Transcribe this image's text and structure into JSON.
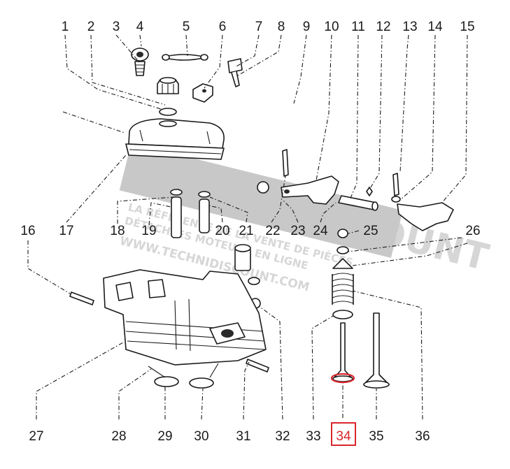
{
  "callouts": [
    "1",
    "2",
    "3",
    "4",
    "5",
    "6",
    "7",
    "8",
    "9",
    "10",
    "11",
    "12",
    "13",
    "14",
    "15",
    "16",
    "17",
    "18",
    "19",
    "20",
    "21",
    "22",
    "23",
    "24",
    "25",
    "26",
    "27",
    "28",
    "29",
    "30",
    "31",
    "32",
    "33",
    "34",
    "35",
    "36"
  ],
  "highlight": {
    "label": "34",
    "color": "#d8262c"
  },
  "watermark": {
    "brand": "TECHNIDISCOUNT",
    "line1": "LA RÉFÉRENCE DE LA VENTE DE PIÈCES",
    "line2": "DÉTACHÉES MOTEURS EN LIGNE",
    "url": "WWW.TECHNIDISCOUNT.COM"
  }
}
